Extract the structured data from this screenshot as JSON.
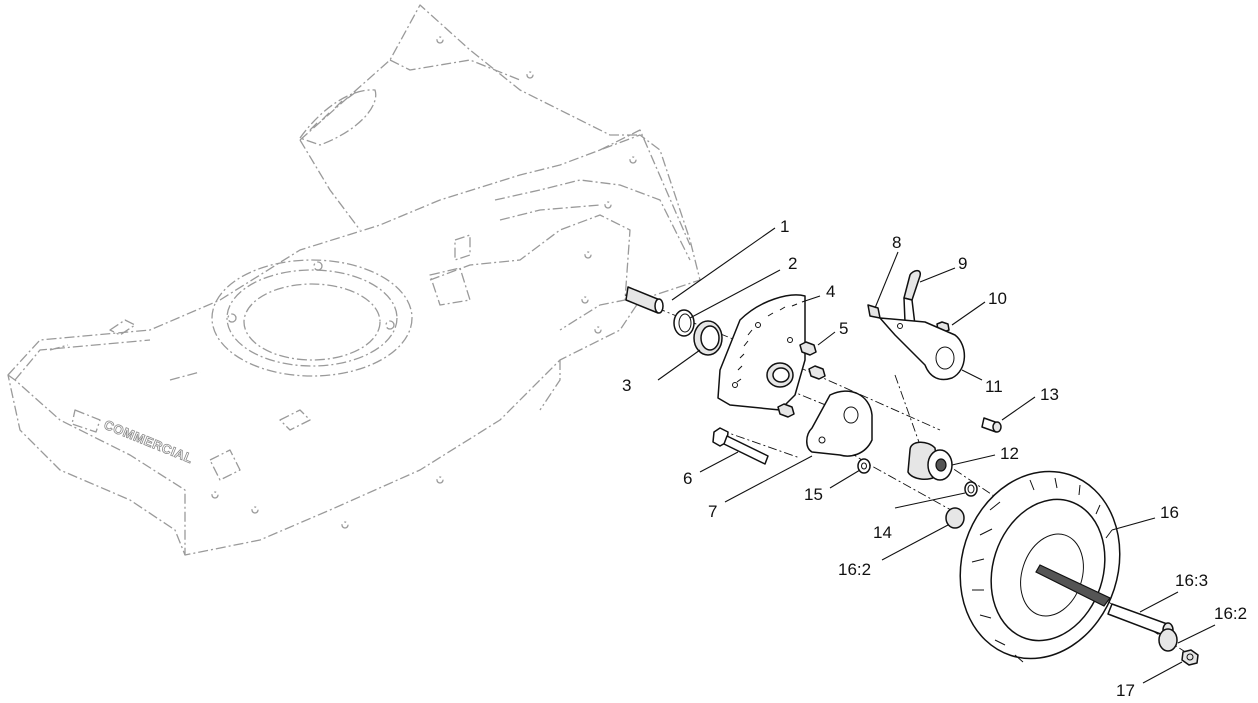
{
  "deck_logo_text": "COMMERCIAL",
  "callouts": [
    {
      "id": "c1",
      "text": "1"
    },
    {
      "id": "c2",
      "text": "2"
    },
    {
      "id": "c3",
      "text": "3"
    },
    {
      "id": "c4",
      "text": "4"
    },
    {
      "id": "c5",
      "text": "5"
    },
    {
      "id": "c6",
      "text": "6"
    },
    {
      "id": "c7",
      "text": "7"
    },
    {
      "id": "c8",
      "text": "8"
    },
    {
      "id": "c9",
      "text": "9"
    },
    {
      "id": "c10",
      "text": "10"
    },
    {
      "id": "c11",
      "text": "11"
    },
    {
      "id": "c12",
      "text": "12"
    },
    {
      "id": "c13",
      "text": "13"
    },
    {
      "id": "c14",
      "text": "14"
    },
    {
      "id": "c15",
      "text": "15"
    },
    {
      "id": "c16",
      "text": "16"
    },
    {
      "id": "c16_2a",
      "text": "16:2"
    },
    {
      "id": "c16_3",
      "text": "16:3"
    },
    {
      "id": "c16_2b",
      "text": "16:2"
    },
    {
      "id": "c17",
      "text": "17"
    }
  ]
}
